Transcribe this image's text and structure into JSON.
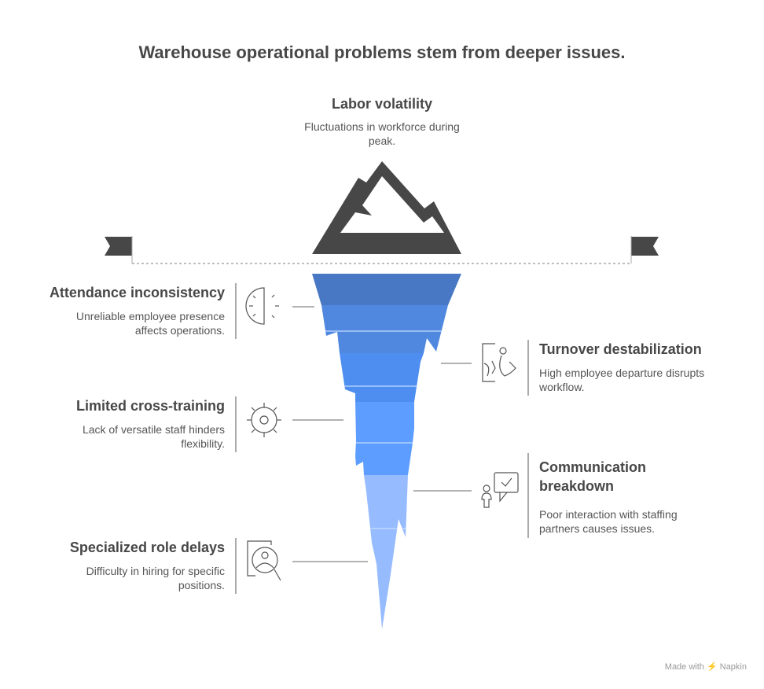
{
  "title": "Warehouse operational problems stem from deeper issues.",
  "top": {
    "title": "Labor volatility",
    "desc": "Fluctuations in workforce during peak."
  },
  "left_items": [
    {
      "title": "Attendance inconsistency",
      "desc": "Unreliable employee presence affects operations.",
      "icon": "half-clock-icon"
    },
    {
      "title": "Limited cross-training",
      "desc": "Lack of versatile staff hinders flexibility.",
      "icon": "sun-icon"
    },
    {
      "title": "Specialized role delays",
      "desc": "Difficulty in hiring for specific positions.",
      "icon": "person-search-icon"
    }
  ],
  "right_items": [
    {
      "title": "Turnover destabilization",
      "desc": "High employee departure disrupts workflow.",
      "icon": "person-leaving-icon"
    },
    {
      "title": "Communication breakdown",
      "desc": "Poor interaction with staffing partners causes issues.",
      "icon": "person-chat-icon"
    }
  ],
  "colors": {
    "mountain": "#474747",
    "band1": "#4878c4",
    "band2": "#5088e0",
    "band3": "#4d8ef0",
    "band4": "#5c9dff",
    "band5": "#96bcff"
  },
  "footer": {
    "made_with": "Made with",
    "brand": "Napkin"
  }
}
